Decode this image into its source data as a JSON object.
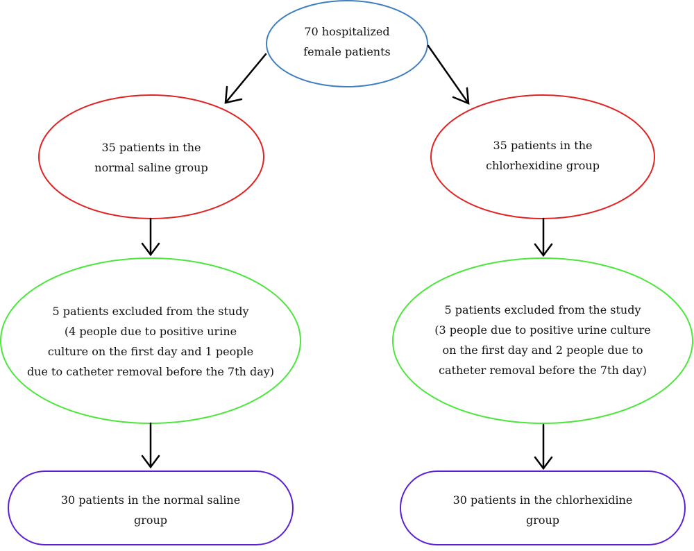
{
  "colors": {
    "root": "#3f7fbf",
    "group": "#e02424",
    "excluded": "#4ce63c",
    "final": "#5a1fd6",
    "arrow": "#000000",
    "text": "#111111"
  },
  "nodes": {
    "root": {
      "lines": [
        "70 hospitalized",
        "female patients"
      ]
    },
    "left_group": {
      "lines": [
        "35 patients in the",
        "normal saline group"
      ]
    },
    "right_group": {
      "lines": [
        "35 patients in the",
        "chlorhexidine group"
      ]
    },
    "left_excluded": {
      "lines": [
        "5 patients excluded from the study",
        "(4 people due to positive urine",
        "culture on the first day and 1 people",
        "due to catheter removal before the 7th day)"
      ]
    },
    "right_excluded": {
      "lines": [
        "5 patients excluded from the study",
        "(3 people due to positive urine culture",
        "on the first day and 2 people due to",
        "catheter removal before the 7th day)"
      ]
    },
    "left_final": {
      "lines": [
        "30 patients in the normal saline",
        "group"
      ]
    },
    "right_final": {
      "lines": [
        "30 patients in the chlorhexidine",
        "group"
      ]
    }
  }
}
